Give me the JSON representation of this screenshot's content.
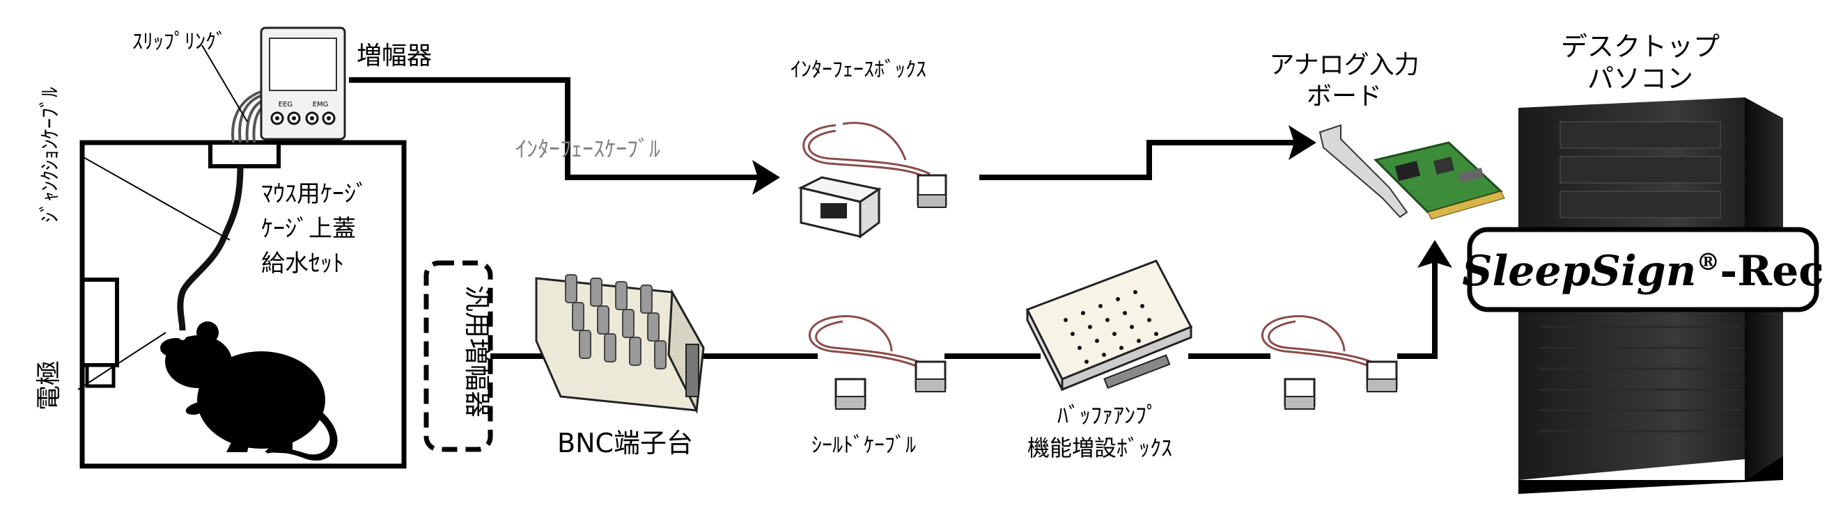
{
  "labels": {
    "slip_ring": "ｽﾘｯﾌﾟﾘﾝｸﾞ",
    "amplifier": "増幅器",
    "amp_eeg": "EEG",
    "amp_emg": "EMG",
    "junction_cable": "ｼﾞｬﾝｸｼｮﾝｹｰﾌﾞﾙ",
    "cage_line1": "ﾏｳｽ用ｹｰｼﾞ",
    "cage_line2": "ｹｰｼﾞ上蓋",
    "cage_line3": "給水ｾｯﾄ",
    "electrode": "電極",
    "general_amp": "汎用増幅器",
    "bnc": "BNC端子台",
    "interface_cable": "ｲﾝﾀｰﾌｪｰｽｹｰﾌﾞﾙ",
    "interface_box": "ｲﾝﾀｰﾌｪｰｽﾎﾞｯｸｽ",
    "shield_cable": "ｼｰﾙﾄﾞｹｰﾌﾞﾙ",
    "buffer_line1": "ﾊﾞｯﾌｧｱﾝﾌﾟ",
    "buffer_line2": "機能増設ﾎﾞｯｸｽ",
    "analog_line1": "アナログ入力",
    "analog_line2": "ボード",
    "pc_line1": "デスクトップ",
    "pc_line2": "パソコン",
    "brand_name": "SleepSign",
    "brand_mark": "®",
    "brand_suffix": "-Rec"
  },
  "icons": [
    "slip-ring-icon",
    "amplifier-icon",
    "mouse-icon",
    "bnc-terminal-icon",
    "cable-icon",
    "interface-box-icon",
    "buffer-box-icon",
    "analog-board-icon",
    "desktop-pc-icon"
  ]
}
